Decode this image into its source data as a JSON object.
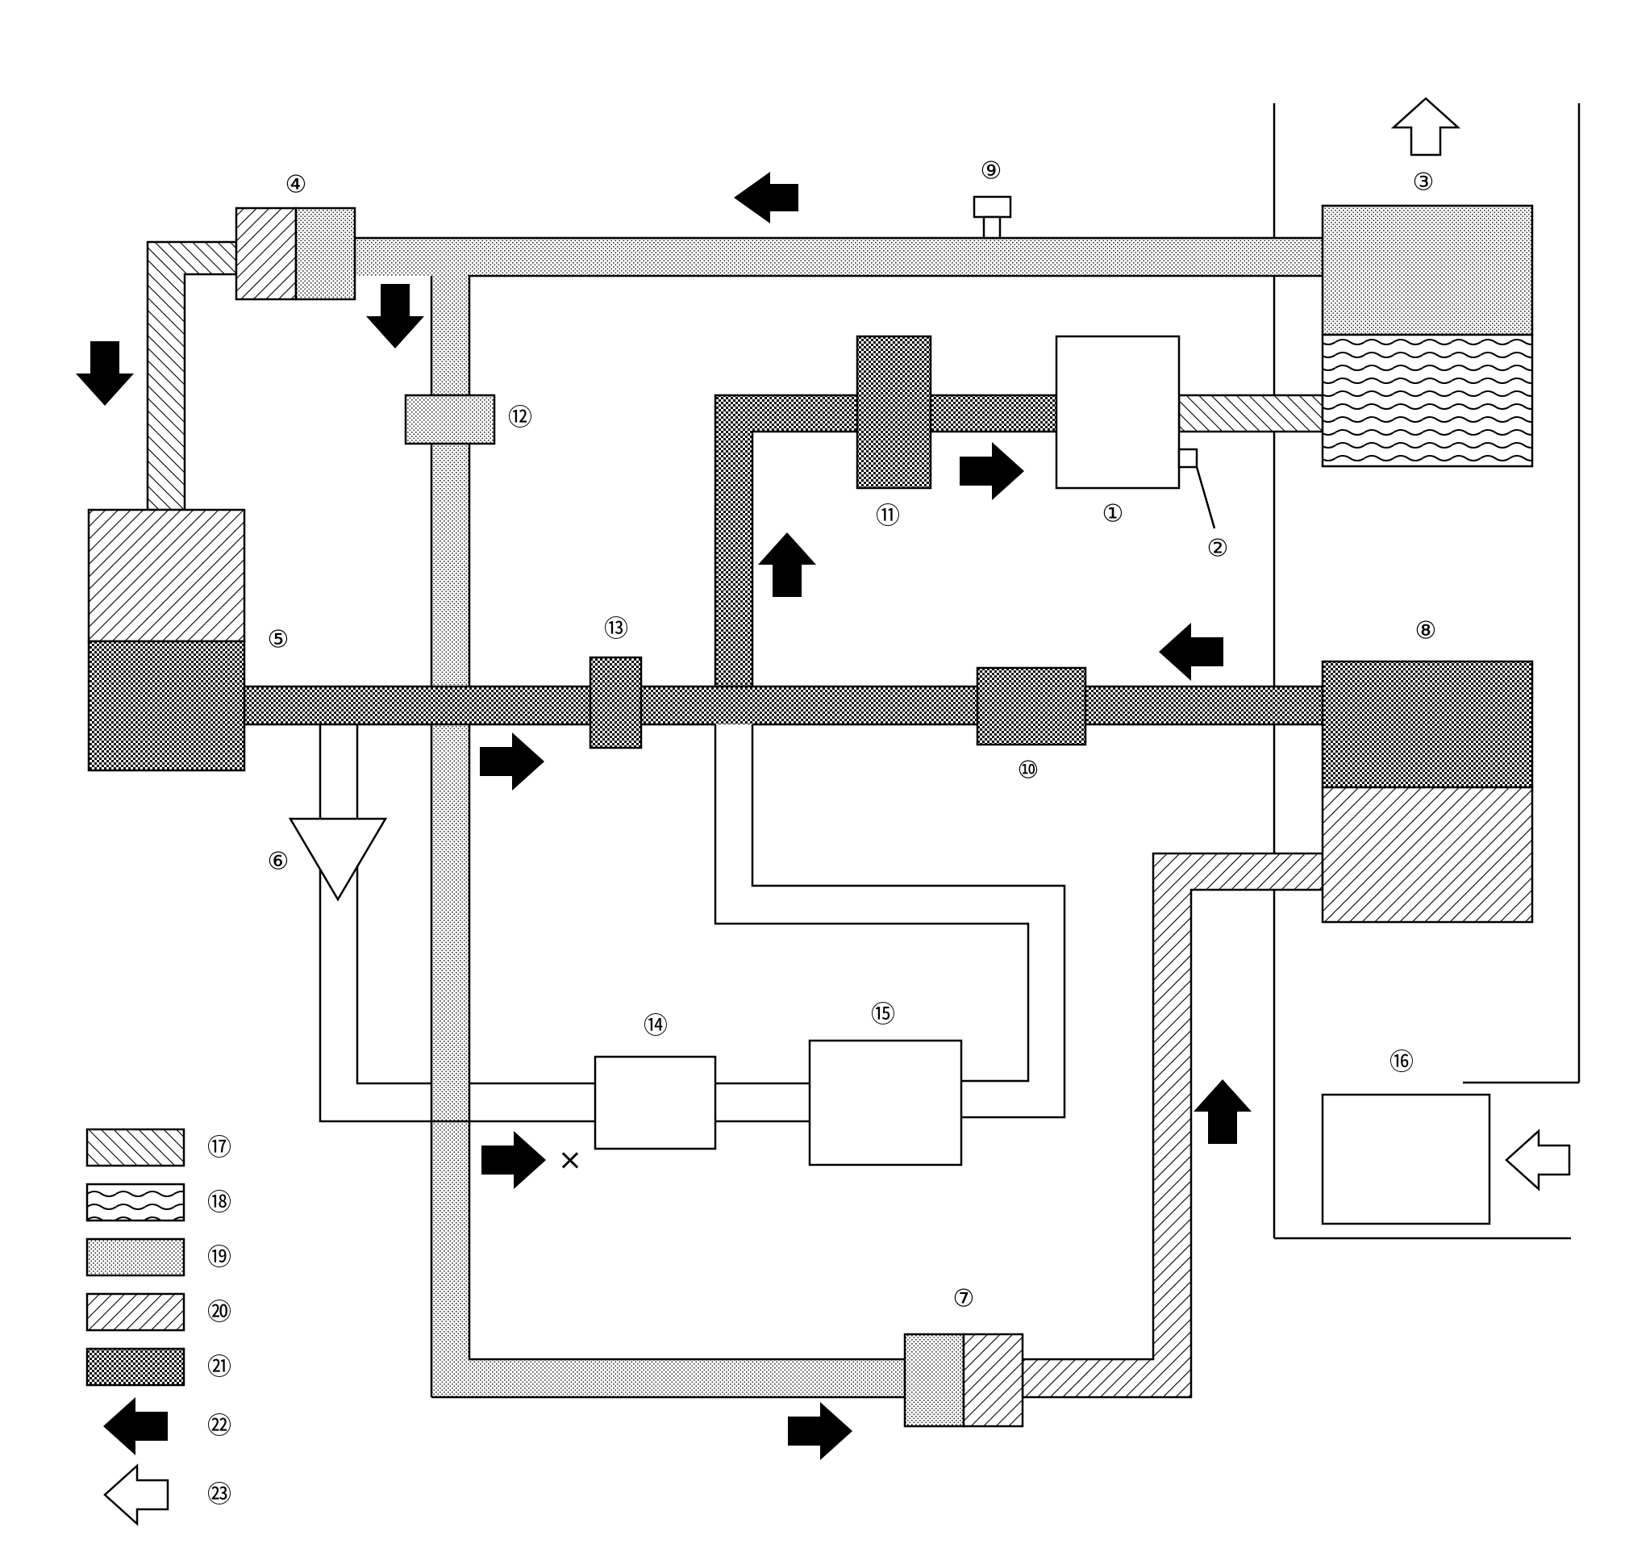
{
  "components": {
    "c1": "①",
    "c2": "②",
    "c3": "③",
    "c4": "④",
    "c5": "⑤",
    "c6": "⑥",
    "c7": "⑦",
    "c8": "⑧",
    "c9": "⑨",
    "c10": "⑩",
    "c11": "⑪",
    "c12": "⑫",
    "c13": "⑬",
    "c14": "⑭",
    "c15": "⑮",
    "c16": "⑯"
  },
  "legend": [
    {
      "label": "⑰",
      "pattern": "light-diagonal-hatch"
    },
    {
      "label": "⑱",
      "pattern": "wave-lines"
    },
    {
      "label": "⑲",
      "pattern": "fine-dots"
    },
    {
      "label": "⑳",
      "pattern": "dense-diagonal-hatch"
    },
    {
      "label": "㉑",
      "pattern": "crosshatch-dark"
    },
    {
      "label": "㉒",
      "pattern": "solid-black-arrow"
    },
    {
      "label": "㉓",
      "pattern": "hollow-arrow"
    }
  ],
  "marks": {
    "blocked": "×"
  }
}
